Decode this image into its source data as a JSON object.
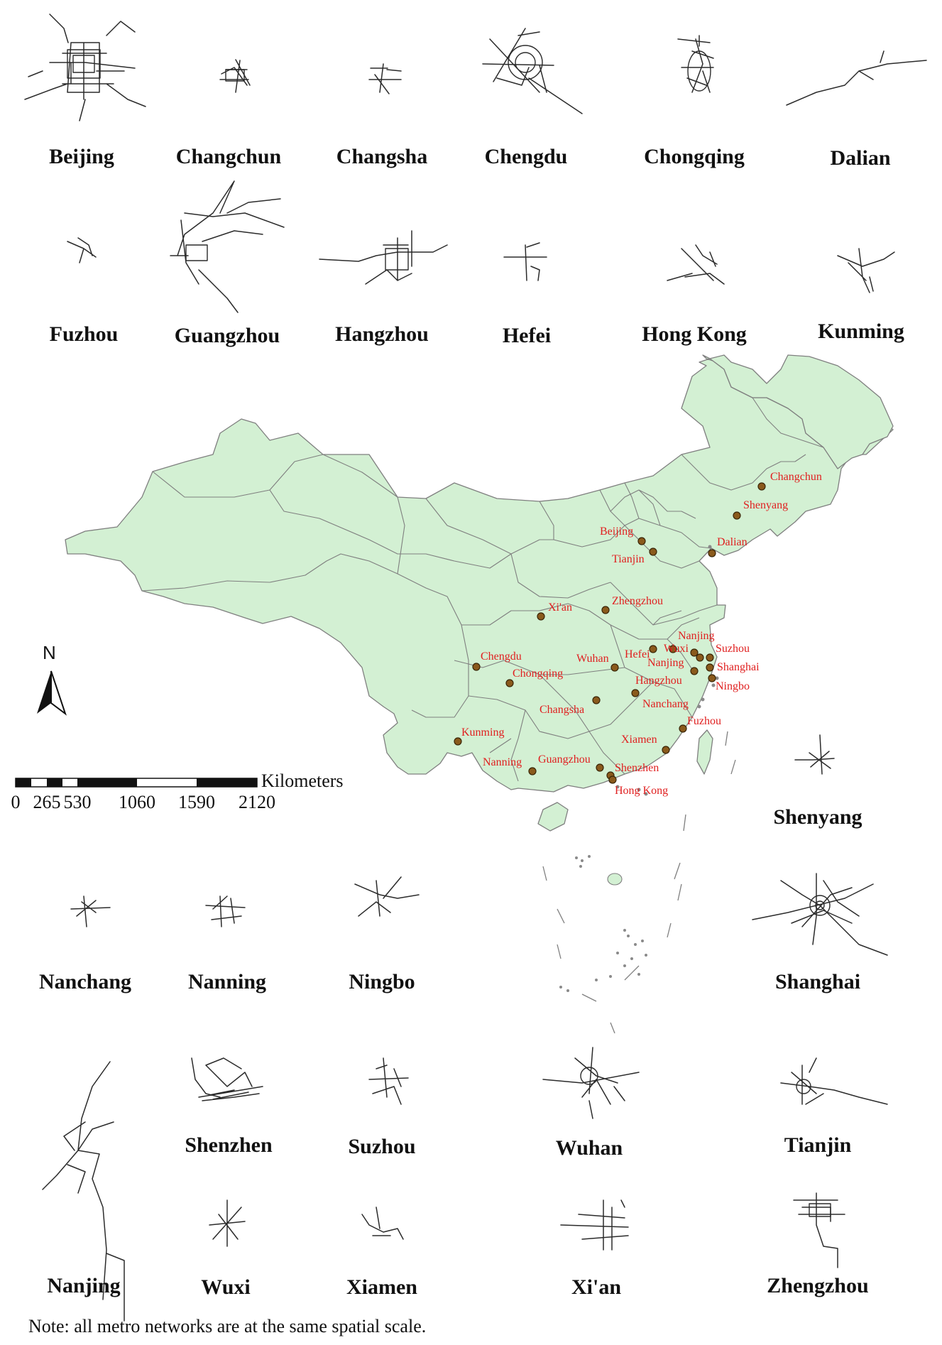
{
  "metro_networks": [
    {
      "name": "Beijing"
    },
    {
      "name": "Changchun"
    },
    {
      "name": "Changsha"
    },
    {
      "name": "Chengdu"
    },
    {
      "name": "Chongqing"
    },
    {
      "name": "Dalian"
    },
    {
      "name": "Fuzhou"
    },
    {
      "name": "Guangzhou"
    },
    {
      "name": "Hangzhou"
    },
    {
      "name": "Hefei"
    },
    {
      "name": "Hong Kong"
    },
    {
      "name": "Kunming"
    },
    {
      "name": "Shenyang"
    },
    {
      "name": "Nanchang"
    },
    {
      "name": "Nanning"
    },
    {
      "name": "Ningbo"
    },
    {
      "name": "Shanghai"
    },
    {
      "name": "Nanjing"
    },
    {
      "name": "Shenzhen"
    },
    {
      "name": "Suzhou"
    },
    {
      "name": "Wuhan"
    },
    {
      "name": "Tianjin"
    },
    {
      "name": "Wuxi"
    },
    {
      "name": "Xiamen"
    },
    {
      "name": "Xi'an"
    },
    {
      "name": "Zhengzhou"
    }
  ],
  "map": {
    "cities": [
      {
        "name": "Changchun"
      },
      {
        "name": "Shenyang"
      },
      {
        "name": "Beijing"
      },
      {
        "name": "Dalian"
      },
      {
        "name": "Tianjin"
      },
      {
        "name": "Xi'an"
      },
      {
        "name": "Zhengzhou"
      },
      {
        "name": "Nanjing"
      },
      {
        "name": "Hefei"
      },
      {
        "name": "Wuxi"
      },
      {
        "name": "Suzhou"
      },
      {
        "name": "Chengdu"
      },
      {
        "name": "Wuhan"
      },
      {
        "name": "Nanjing"
      },
      {
        "name": "Shanghai"
      },
      {
        "name": "Chongqing"
      },
      {
        "name": "Hangzhou"
      },
      {
        "name": "Ningbo"
      },
      {
        "name": "Changsha"
      },
      {
        "name": "Nanchang"
      },
      {
        "name": "Fuzhou"
      },
      {
        "name": "Kunming"
      },
      {
        "name": "Xiamen"
      },
      {
        "name": "Nanning"
      },
      {
        "name": "Guangzhou"
      },
      {
        "name": "Shenzhen"
      },
      {
        "name": "Hong Kong"
      }
    ],
    "land_color": "#d3f0d3",
    "label_color": "#e02020",
    "dot_color": "#8a5a1c"
  },
  "north_arrow": {
    "label": "N"
  },
  "scale_bar": {
    "unit": "Kilometers",
    "ticks": [
      "0",
      "265",
      "530",
      "1060",
      "1590",
      "2120"
    ]
  },
  "note": "Note: all metro networks are at the same spatial scale."
}
